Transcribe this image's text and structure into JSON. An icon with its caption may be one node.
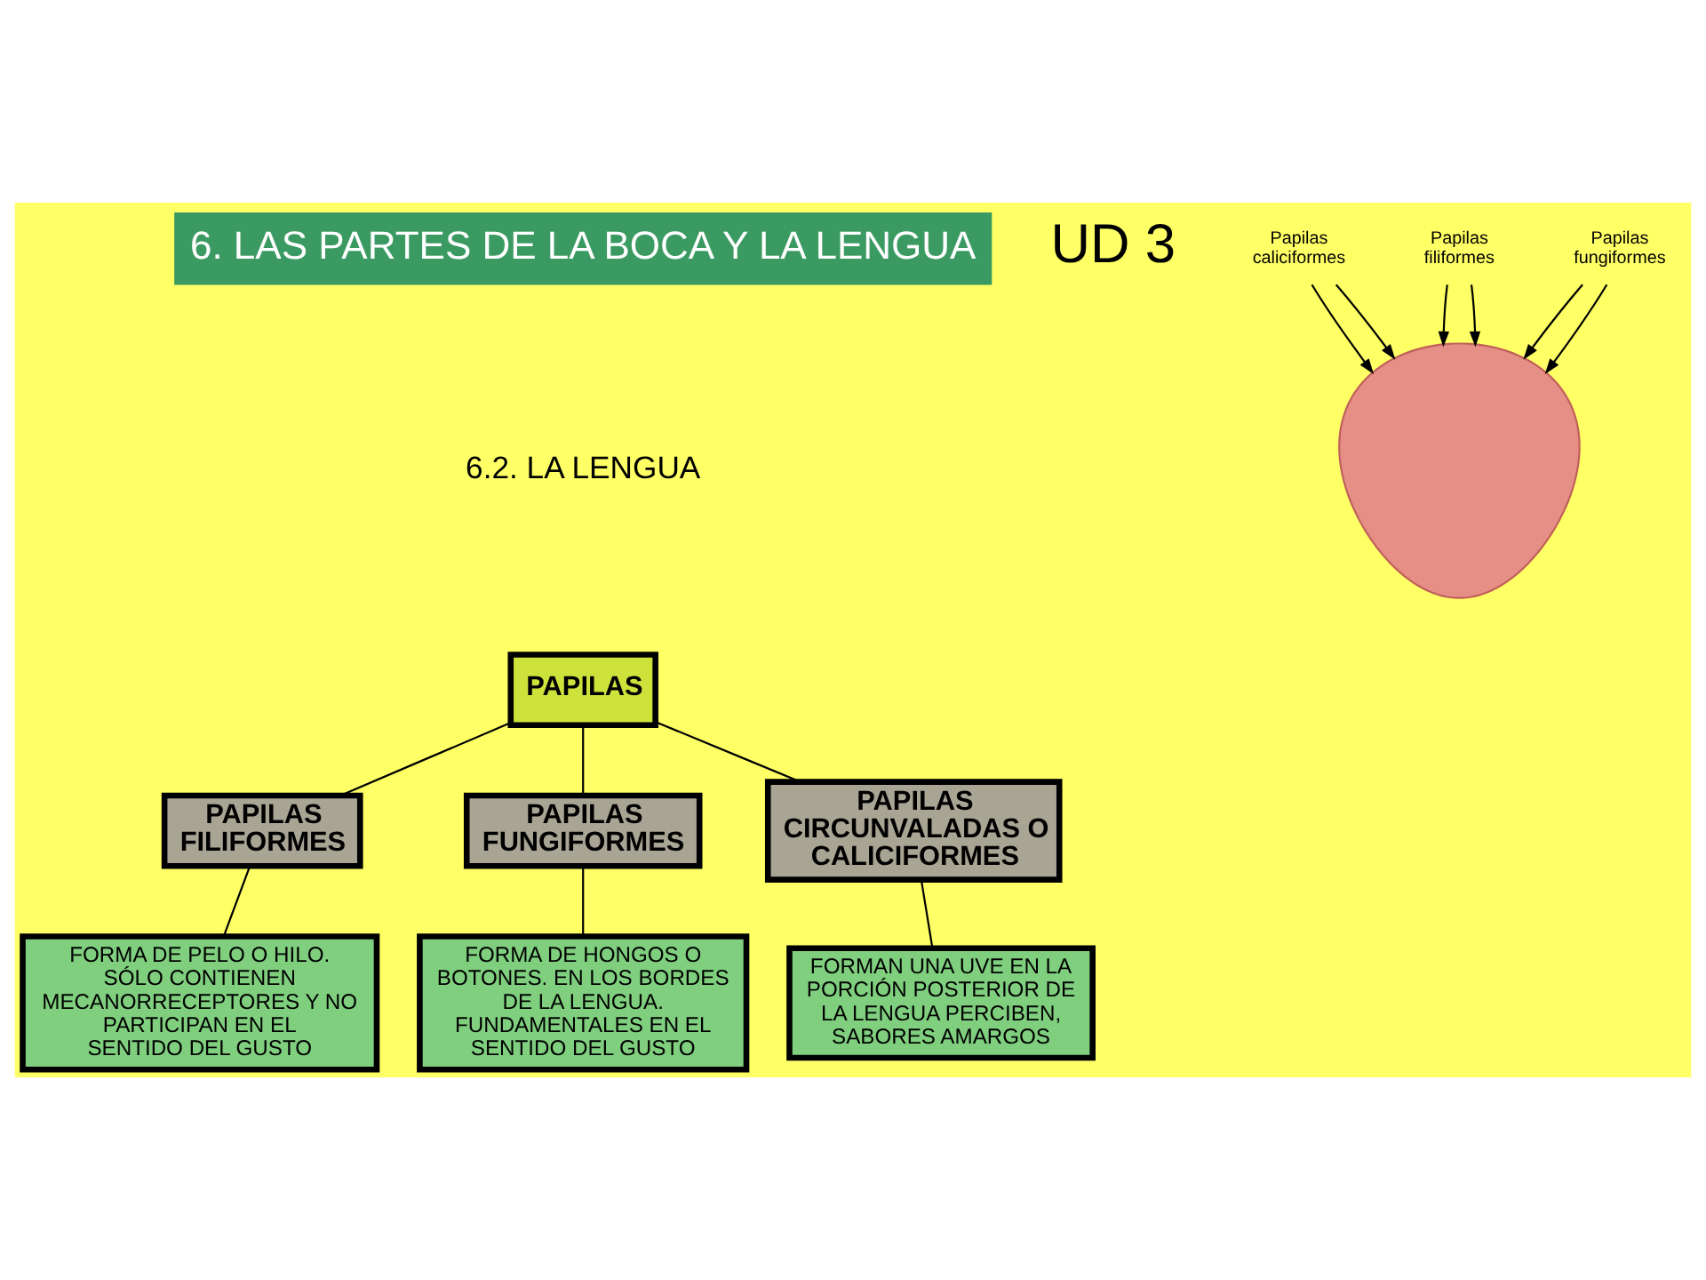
{
  "diagram": {
    "title": "6. LAS PARTES DE LA BOCA Y LA LENGUA",
    "nodes": [
      {
        "text": [
          "PAPILAS"
        ]
      },
      {
        "text": [
          "PAPILAS FILIFORMES"
        ]
      },
      {
        "text": [
          "PAPILAS FUNGIFORMES"
        ]
      },
      {
        "text": [
          "PAPILAS CIRCUNVALADAS O CALICIFORMES"
        ]
      },
      {
        "text": [
          "FORMA DE PELO O HILO. SÓLO CONTIENEN MECANORRECEPTORES Y NO PARTICIPAN EN EL SENTIDO DEL GUSTO"
        ]
      },
      {
        "text": [
          "FORMA DE HONGOS O BOTONES. EN LOS BORDES DE LA LENGUA. FUNDAMENTALES EN EL SENTIDO DEL GUSTO"
        ]
      },
      {
        "text": [
          "FORMAN UNA UVE EN LA PORCIÓN POSTERIOR DE LA LENGUA PERCIBEN, SABORES AMARGOS"
        ]
      },
      {
        "text": [],
        "shape": "box"
      },
      {
        "text": [
          "Papilas caliciformes"
        ]
      },
      {
        "text": [
          "Papilas filiformes"
        ]
      },
      {
        "text": [
          "Papilas fungiformes"
        ]
      }
    ],
    "edges": [
      {
        "from": 0,
        "to": 1,
        "arrow": "none"
      },
      {
        "from": 0,
        "to": 2,
        "arrow": "none"
      },
      {
        "from": 0,
        "to": 3,
        "arrow": "none"
      },
      {
        "from": 1,
        "to": 4,
        "arrow": "none"
      },
      {
        "from": 2,
        "to": 5,
        "arrow": "none"
      },
      {
        "from": 3,
        "to": 6,
        "arrow": "none"
      },
      {
        "from": 8,
        "to": 7,
        "arrow": "to"
      },
      {
        "from": 8,
        "to": 7,
        "arrow": "to"
      },
      {
        "from": 9,
        "to": 7,
        "arrow": "to"
      },
      {
        "from": 9,
        "to": 7,
        "arrow": "to"
      },
      {
        "from": 10,
        "to": 7,
        "arrow": "to"
      },
      {
        "from": 10,
        "to": 7,
        "arrow": "to"
      }
    ],
    "labels": [
      "UD 3",
      "6.2. LA LENGUA"
    ]
  }
}
